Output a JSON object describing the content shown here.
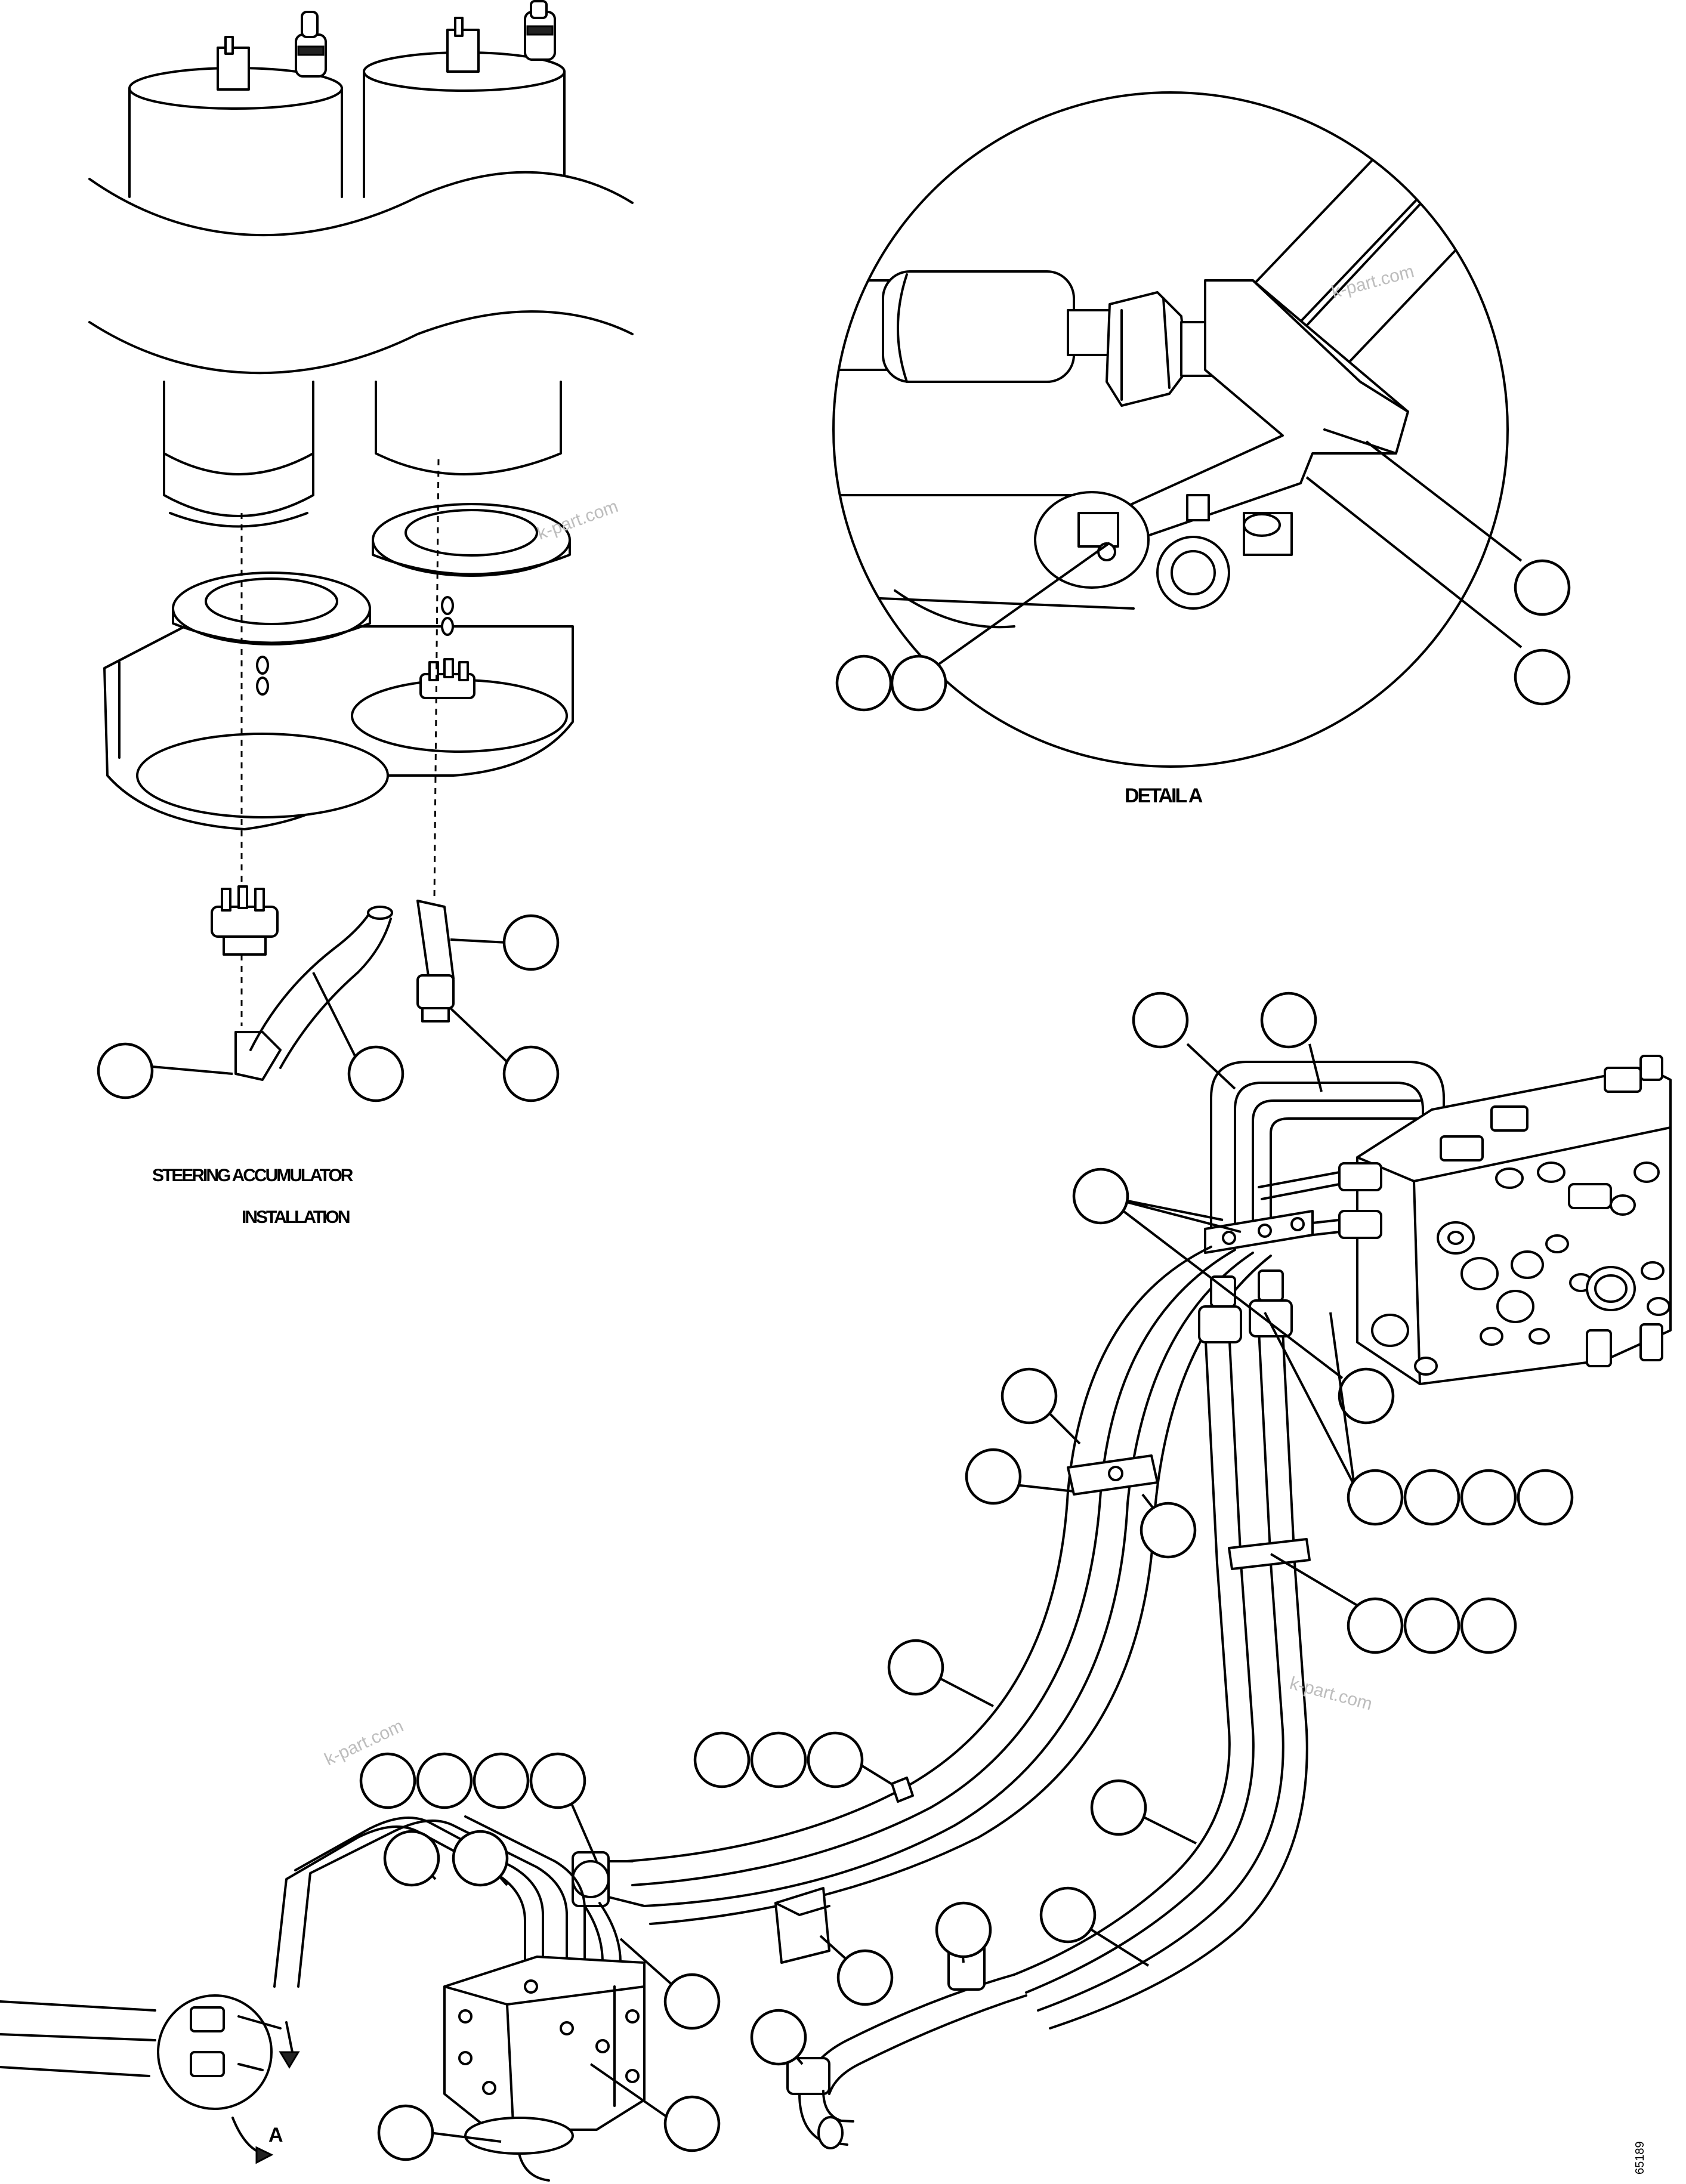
{
  "labels": {
    "detail_title": "DETAIL A",
    "accumulator_line1": "STEERING ACCUMULATOR",
    "accumulator_line2": "INSTALLATION",
    "view_marker": "A",
    "drawing_code": "65189"
  },
  "watermarks": [
    "k-part.com",
    "k-part.com",
    "k-part.com",
    "k-part.com"
  ]
}
